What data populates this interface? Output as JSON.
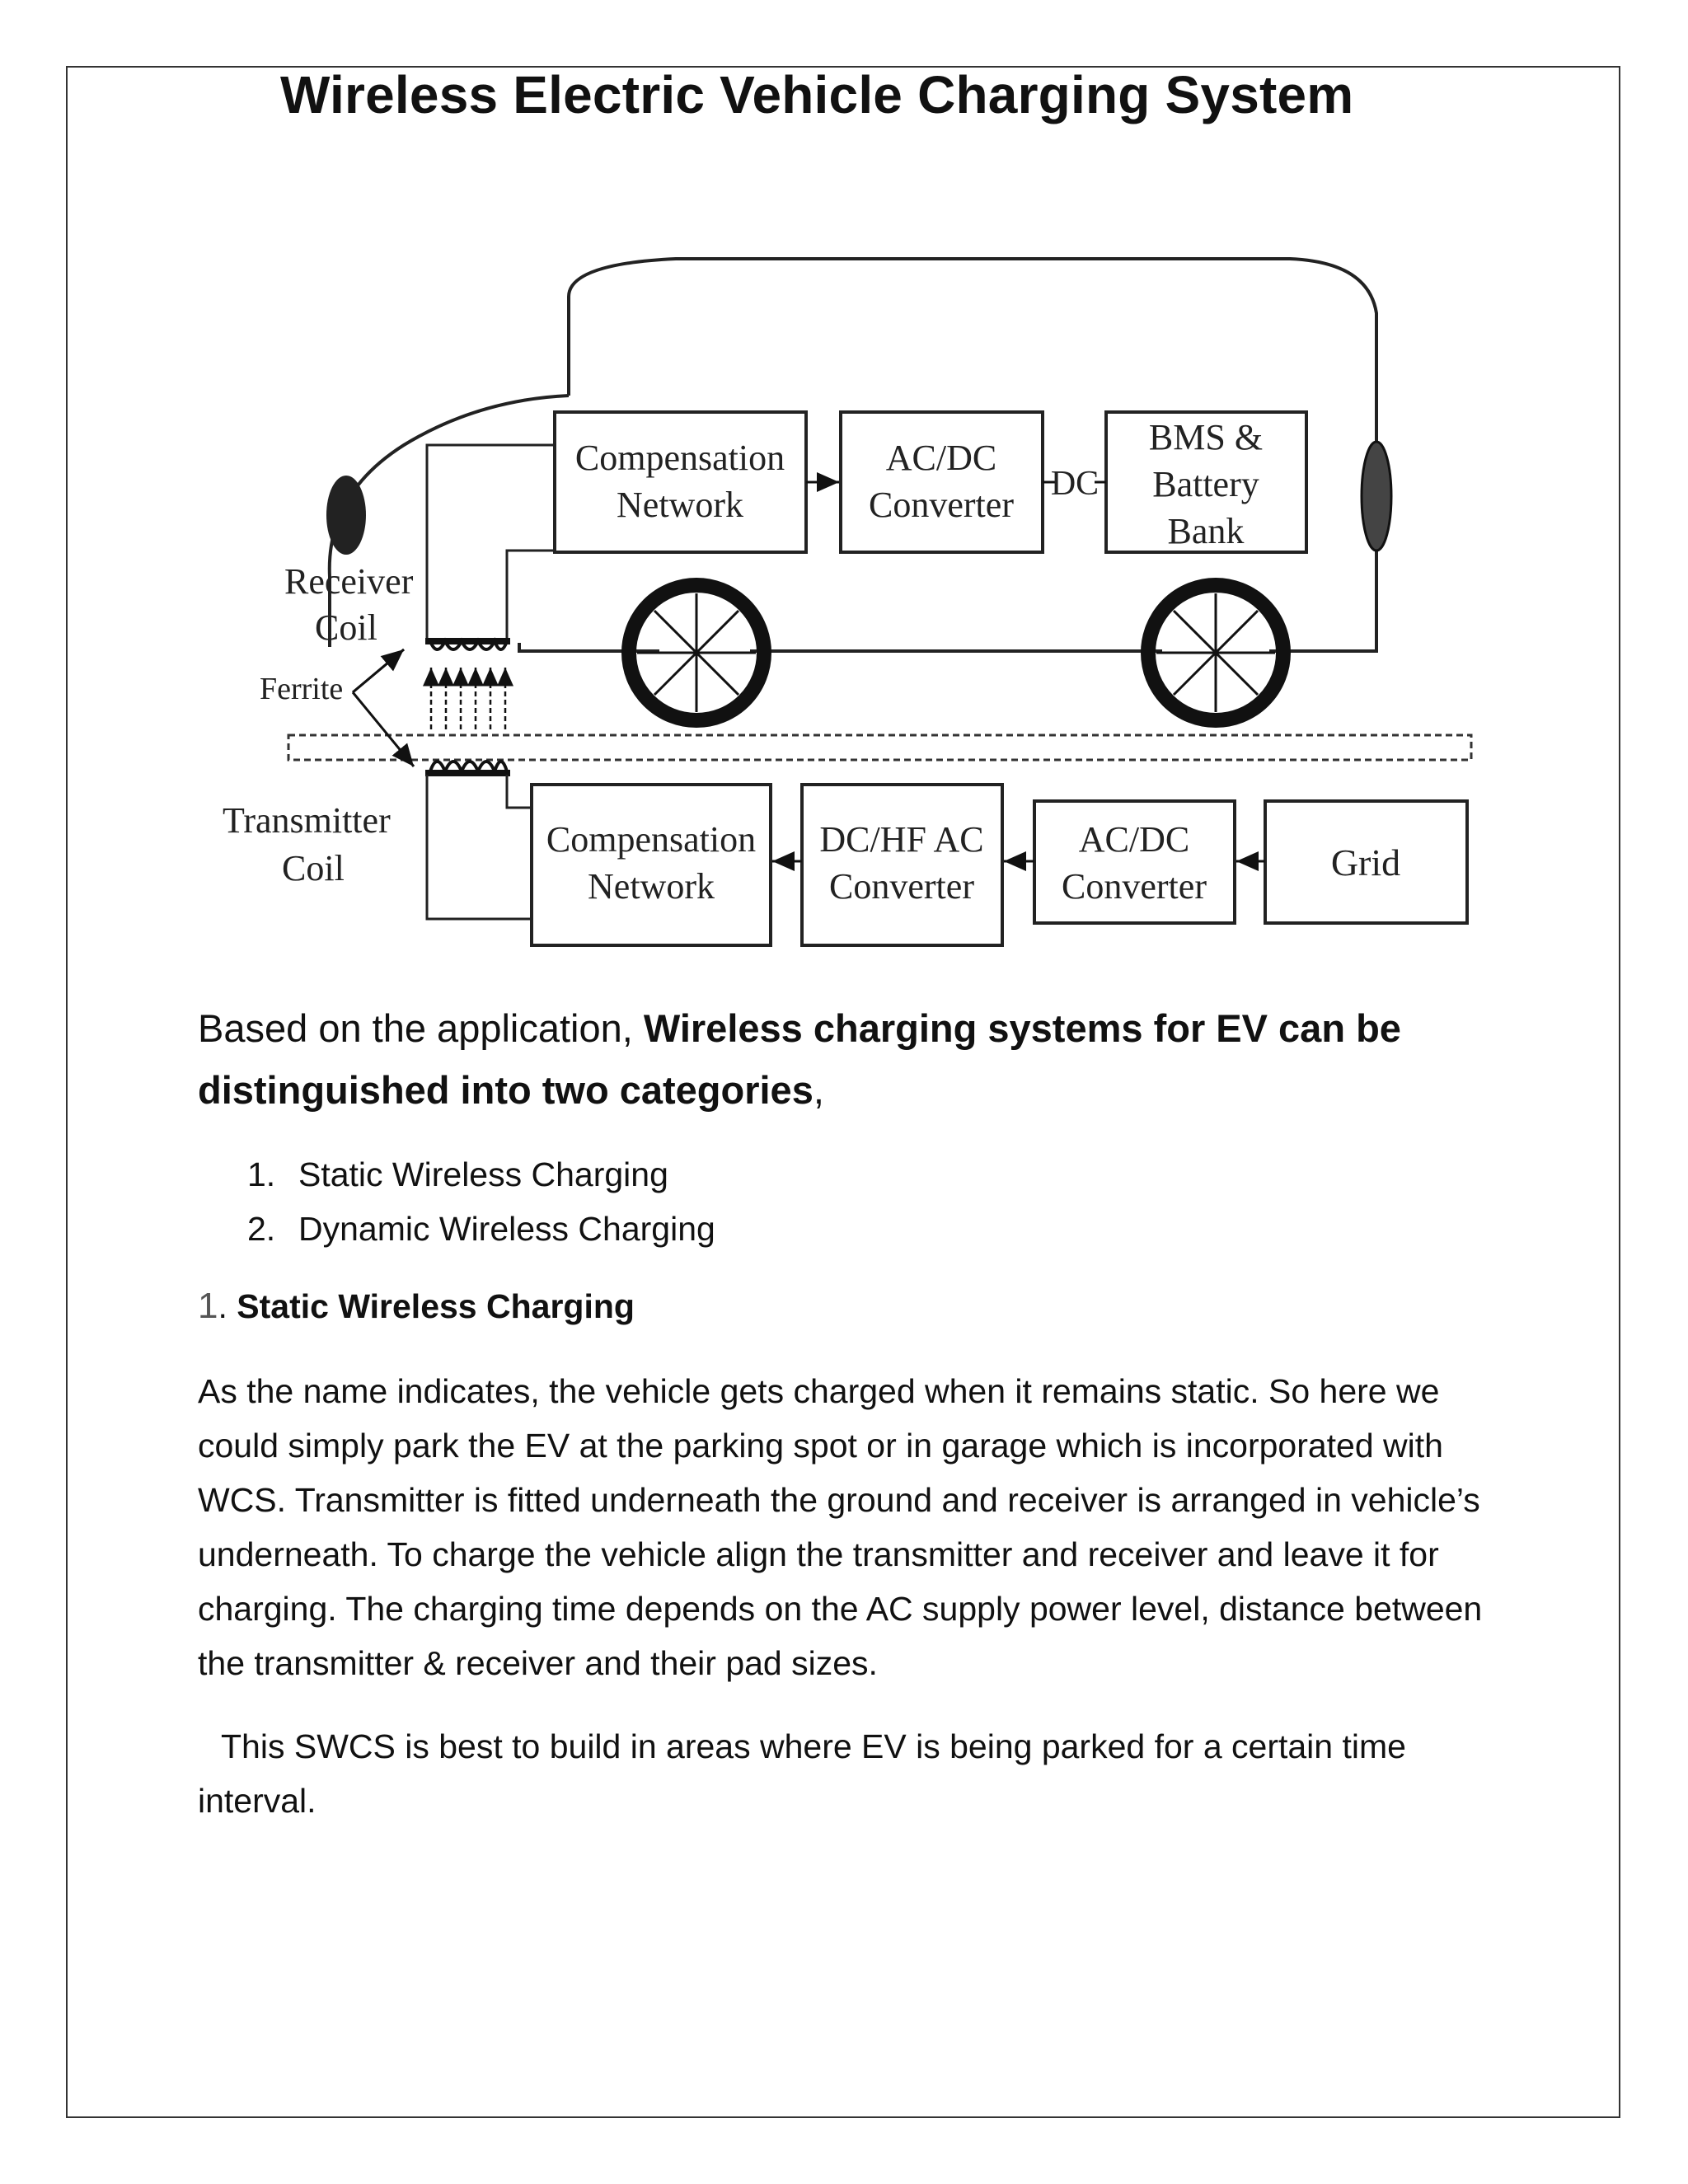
{
  "title": "Wireless Electric Vehicle Charging System",
  "diagram": {
    "vehicle_blocks": [
      {
        "line1": "Compensation",
        "line2": "Network"
      },
      {
        "line1": "AC/DC",
        "line2": "Converter"
      },
      {
        "line1": "BMS &",
        "line2": "Battery",
        "line3": "Bank"
      }
    ],
    "dc_label": "DC",
    "ground_blocks": [
      {
        "line1": "Compensation",
        "line2": "Network"
      },
      {
        "line1": "DC/HF AC",
        "line2": "Converter"
      },
      {
        "line1": "AC/DC",
        "line2": "Converter"
      },
      {
        "line1": "Grid"
      }
    ],
    "receiver_coil": {
      "line1": "Receiver",
      "line2": "Coil"
    },
    "ferrite": "Ferrite",
    "transmitter_coil": {
      "line1": "Transmitter",
      "line2": "Coil"
    }
  },
  "intro": {
    "prefix": "Based on the application, ",
    "bold": "Wireless charging systems for EV can be distinguished into two categories",
    "suffix": ","
  },
  "categories": [
    {
      "num": "1.",
      "label": "Static Wireless Charging"
    },
    {
      "num": "2.",
      "label": "Dynamic Wireless Charging"
    }
  ],
  "section": {
    "num": "1",
    "sep": ". ",
    "title": "Static Wireless Charging"
  },
  "paragraphs": [
    "As the name indicates, the vehicle gets charged when it remains static. So here we could simply park the EV at the parking spot or in garage which is incorporated with WCS. Transmitter is fitted underneath the ground and receiver is arranged in vehicle’s underneath. To charge the vehicle align the transmitter and receiver and leave it for charging. The charging time depends on the AC supply power level, distance between the transmitter & receiver and their pad sizes.",
    "This SWCS is best to build in areas where EV is being parked for a certain time interval."
  ]
}
